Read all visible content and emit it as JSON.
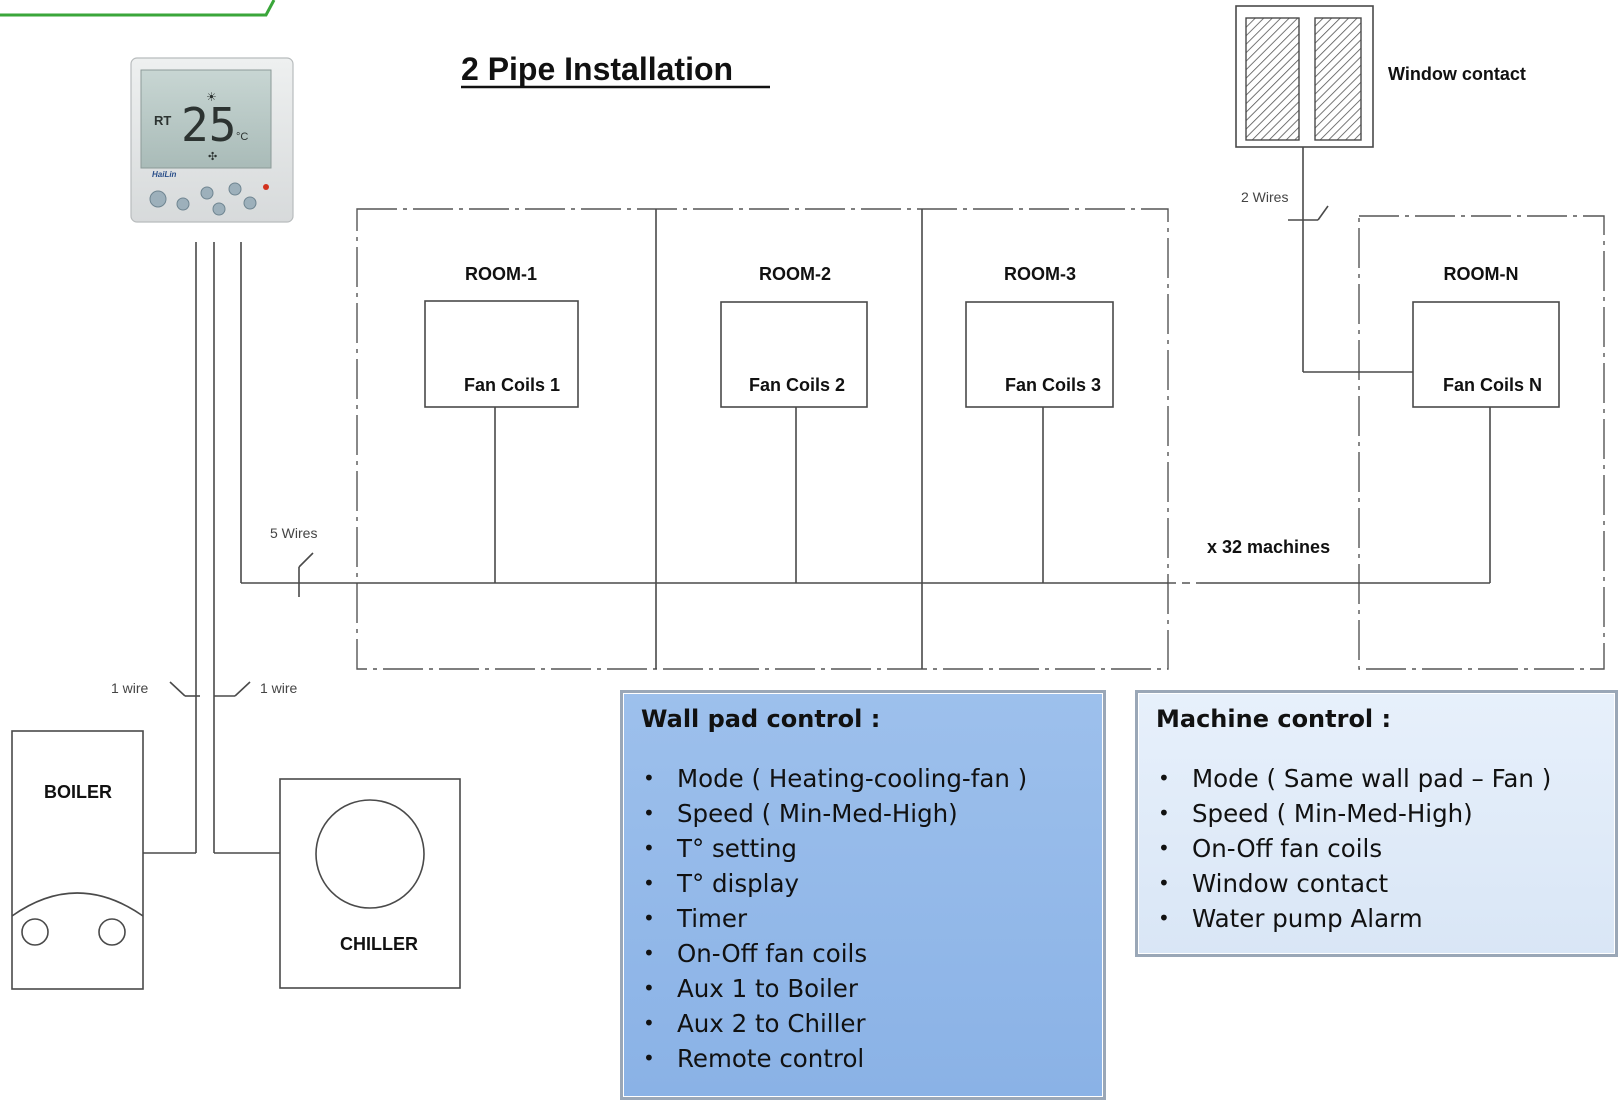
{
  "title": "2 Pipe Installation",
  "thermostat": {
    "mode": "RT",
    "temperature": "25",
    "unit": "°C",
    "brand": "HaiLin"
  },
  "window_contact": {
    "label": "Window contact",
    "wire_label": "2 Wires"
  },
  "rooms": [
    {
      "room": "ROOM-1",
      "unit": "Fan Coils 1"
    },
    {
      "room": "ROOM-2",
      "unit": "Fan Coils 2"
    },
    {
      "room": "ROOM-3",
      "unit": "Fan Coils 3"
    },
    {
      "room": "ROOM-N",
      "unit": "Fan Coils N"
    }
  ],
  "bus": {
    "wire_label": "5 Wires",
    "count_label": "x 32 machines"
  },
  "boiler": {
    "label": "BOILER",
    "wire_label": "1 wire"
  },
  "chiller": {
    "label": "CHILLER",
    "wire_label": "1 wire"
  },
  "wall_pad": {
    "heading": "Wall pad control :",
    "items": [
      "Mode ( Heating-cooling-fan )",
      "Speed ( Min-Med-High)",
      "T° setting",
      "T° display",
      "Timer",
      "On-Off fan coils",
      "Aux 1 to Boiler",
      "Aux 2 to Chiller",
      "Remote control"
    ]
  },
  "machine": {
    "heading": "Machine control :",
    "items": [
      "Mode ( Same wall pad – Fan )",
      "Speed ( Min-Med-High)",
      "On-Off fan coils",
      "Window contact",
      "Water pump Alarm"
    ]
  },
  "colors": {
    "wall_panel": "#8ab2e6",
    "machine_panel": "#dce8f7",
    "corner_accent": "#3aa63a",
    "lcd": "#b9c9c6"
  }
}
